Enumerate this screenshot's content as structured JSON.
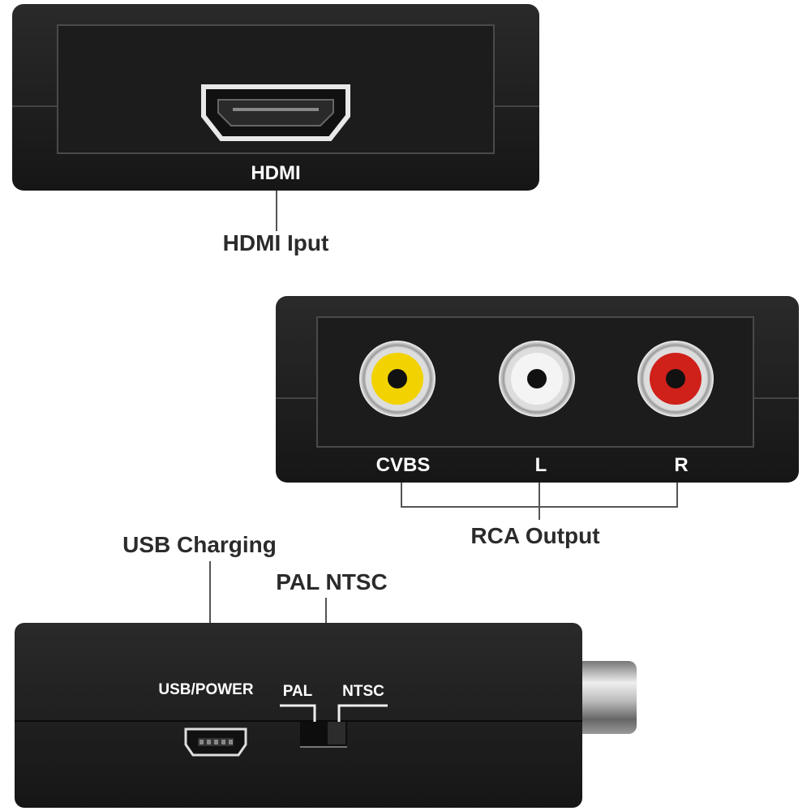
{
  "hdmi_device": {
    "port_label": "HDMI",
    "callout": "HDMI Iput"
  },
  "rca_device": {
    "port_labels": [
      "CVBS",
      "L",
      "R"
    ],
    "callout": "RCA Output",
    "jack_colors": [
      "#f2d200",
      "#f4f4f4",
      "#d0201a"
    ]
  },
  "side_device": {
    "usb_label": "USB/POWER",
    "pal_label": "PAL",
    "ntsc_label": "NTSC",
    "usb_callout": "USB Charging",
    "switch_callout": "PAL NTSC"
  }
}
